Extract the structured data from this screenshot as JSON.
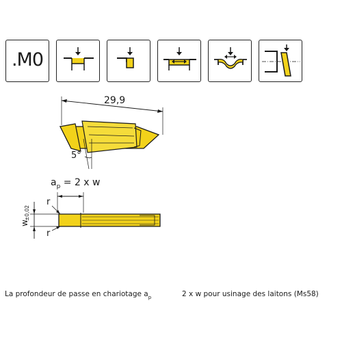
{
  "icons": {
    "grade_label": ".M0",
    "items": [
      {
        "name": "grade-m0"
      },
      {
        "name": "plunge-grooving-icon"
      },
      {
        "name": "face-grooving-icon"
      },
      {
        "name": "longitudinal-turning-icon"
      },
      {
        "name": "profile-turning-icon"
      },
      {
        "name": "parting-off-icon"
      }
    ]
  },
  "drawing": {
    "length": "29,9",
    "angle": "5°",
    "depth_formula_prefix": "a",
    "depth_formula_sub": "p",
    "depth_formula_suffix": " = 2 x w",
    "radius_top": "r",
    "radius_bottom": "r",
    "width_symbol": "w",
    "width_tolerance": "±0,02"
  },
  "colors": {
    "insert_yellow": "#f2d21a",
    "outline": "#1a1a1a"
  },
  "caption": {
    "part1": "La profondeur de passe en chariotage a",
    "part1_sub": "p",
    "part2": "2 x w pour usinage des laitons (Ms58)"
  }
}
